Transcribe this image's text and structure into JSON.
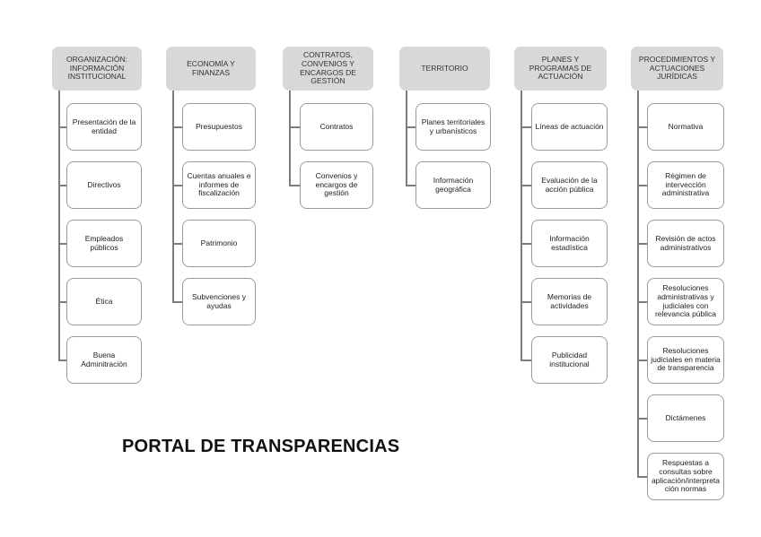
{
  "title": "PORTAL DE TRANSPARENCIAS",
  "colors": {
    "header_fill": "#d8d8d8",
    "box_border": "#9b9b9b",
    "connector_line": "#7d7d7d",
    "text": "#222222",
    "background": "#ffffff"
  },
  "diagram": {
    "type": "tree",
    "columns": [
      {
        "header": "ORGANIZACIÓN: INFORMACIÓN INSTITUCIONAL",
        "children": [
          "Presentación de la entidad",
          "Directivos",
          "Empleados públicos",
          "Ética",
          "Buena Adminitración"
        ]
      },
      {
        "header": "ECONOMÍA Y FINANZAS",
        "children": [
          "Presupuestos",
          "Cuentas anuales e informes de fiscalización",
          "Patrimonio",
          "Subvenciones y ayudas"
        ]
      },
      {
        "header": "CONTRATOS, CONVENIOS Y ENCARGOS DE GESTIÓN",
        "children": [
          "Contratos",
          "Convenios y encargos de gestión"
        ]
      },
      {
        "header": "TERRITORIO",
        "children": [
          "Planes territoriales y urbanísticos",
          "Información geográfica"
        ]
      },
      {
        "header": "PLANES Y PROGRAMAS DE ACTUACIÓN",
        "children": [
          "Líneas de actuación",
          "Evaluación de la acción pública",
          "Información estadística",
          "Memorias de actividades",
          "Publicidad institucional"
        ]
      },
      {
        "header": "PROCEDIMIENTOS Y ACTUACIONES JURÍDICAS",
        "children": [
          "Normativa",
          "Régimen de intervección administrativa",
          "Revisión de actos administrativos",
          "Resoluciones administrativas y judiciales con relevancia pública",
          "Resoluciones judiciales en materia de transparencia",
          "Dictámenes",
          "Respuestas a consultas sobre aplicación/interpretación normas"
        ]
      }
    ]
  }
}
